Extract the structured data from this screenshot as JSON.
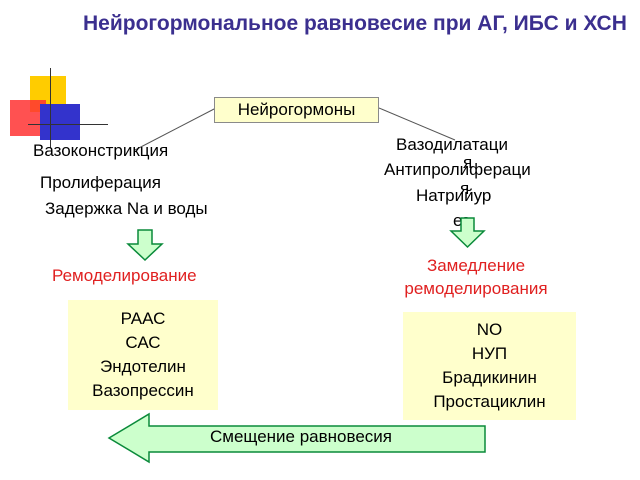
{
  "title": "Нейрогормональное равновесие при АГ, ИБС и ХСН",
  "hub": "Нейрогормоны",
  "left": {
    "lines": [
      "Вазоконстрикция",
      "Пролиферация",
      "Задержка  Na и воды"
    ],
    "outcome": "Ремоделирование",
    "box": [
      "РААС",
      "САС",
      "Эндотелин",
      "Вазопрессин"
    ]
  },
  "right": {
    "lines": [
      "Вазодилатаци",
      "я",
      "Антипролифераци",
      "я",
      "Натрийур",
      "ез"
    ],
    "outcome": [
      "Замедление",
      "ремоделирования"
    ],
    "box": [
      "NO",
      "НУП",
      "Брадикинин",
      "Простациклин"
    ]
  },
  "bottom_arrow": "Смещение равновесия",
  "colors": {
    "title": "#3b2f8f",
    "outcome": "#e02020",
    "box_fill": "#ffffcc",
    "arrow_fill": "#ccffcc",
    "arrow_stroke": "#0a8a3a",
    "deco_yellow": "#ffcc00",
    "deco_red": "#ff3333",
    "deco_blue": "#3333cc"
  }
}
